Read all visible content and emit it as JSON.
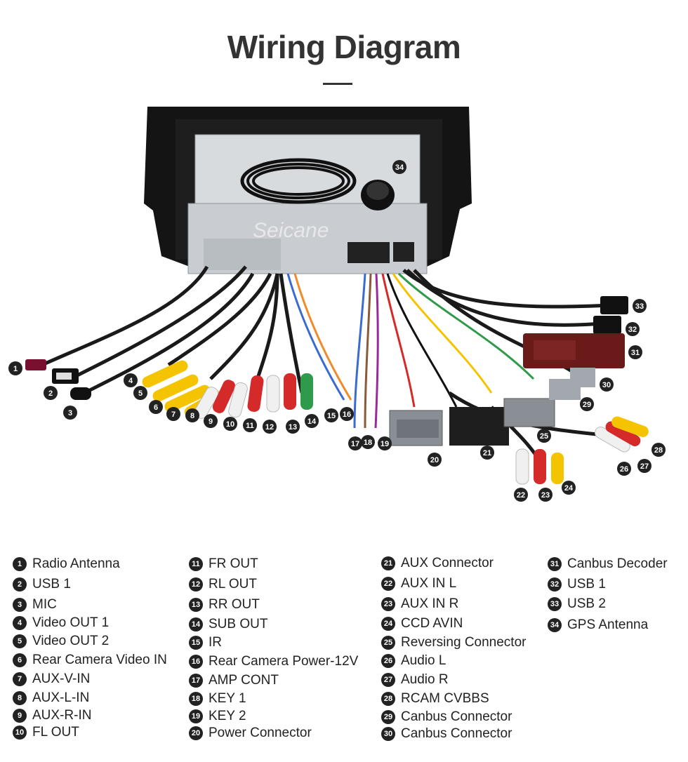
{
  "title": "Wiring Diagram",
  "brand_watermark": "Seicane",
  "legend": [
    {
      "n": "1",
      "label": "Radio Antenna"
    },
    {
      "n": "2",
      "label": "USB 1"
    },
    {
      "n": "3",
      "label": "MIC"
    },
    {
      "n": "4",
      "label": "Video OUT 1"
    },
    {
      "n": "5",
      "label": "Video OUT 2"
    },
    {
      "n": "6",
      "label": "Rear Camera Video IN"
    },
    {
      "n": "7",
      "label": "AUX-V-IN"
    },
    {
      "n": "8",
      "label": "AUX-L-IN"
    },
    {
      "n": "9",
      "label": "AUX-R-IN"
    },
    {
      "n": "10",
      "label": "FL OUT"
    },
    {
      "n": "11",
      "label": "FR OUT"
    },
    {
      "n": "12",
      "label": "RL OUT"
    },
    {
      "n": "13",
      "label": "RR OUT"
    },
    {
      "n": "14",
      "label": "SUB OUT"
    },
    {
      "n": "15",
      "label": "IR"
    },
    {
      "n": "16",
      "label": "Rear Camera Power-12V"
    },
    {
      "n": "17",
      "label": "AMP CONT"
    },
    {
      "n": "18",
      "label": "KEY 1"
    },
    {
      "n": "19",
      "label": "KEY 2"
    },
    {
      "n": "20",
      "label": "Power Connector"
    },
    {
      "n": "21",
      "label": "AUX Connector"
    },
    {
      "n": "22",
      "label": "AUX IN L"
    },
    {
      "n": "23",
      "label": "AUX IN R"
    },
    {
      "n": "24",
      "label": "CCD AVIN"
    },
    {
      "n": "25",
      "label": "Reversing Connector"
    },
    {
      "n": "26",
      "label": "Audio L"
    },
    {
      "n": "27",
      "label": "Audio R"
    },
    {
      "n": "28",
      "label": "RCAM CVBBS"
    },
    {
      "n": "29",
      "label": "Canbus Connector"
    },
    {
      "n": "30",
      "label": "Canbus Connector"
    },
    {
      "n": "31",
      "label": "Canbus Decoder"
    },
    {
      "n": "32",
      "label": "USB 1"
    },
    {
      "n": "33",
      "label": "USB 2"
    },
    {
      "n": "34",
      "label": "GPS Antenna"
    }
  ],
  "colors": {
    "marker": "#222222",
    "rca_yellow": "#f5c400",
    "rca_red": "#d42a2a",
    "rca_white": "#f0f0f0",
    "rca_green": "#2e9a4a",
    "cable": "#1a1a1a",
    "connector_gray": "#8a8f96",
    "decoder": "#6b1a1a",
    "chassis": "#cfd3d6"
  }
}
